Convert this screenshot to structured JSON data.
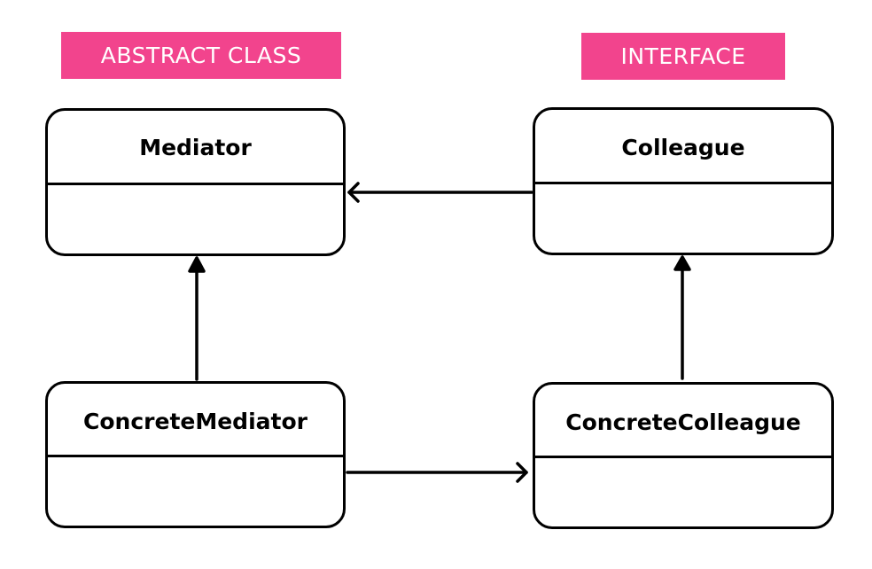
{
  "tags": {
    "abstract_class": "ABSTRACT CLASS",
    "interface": "INTERFACE"
  },
  "classes": {
    "mediator": "Mediator",
    "colleague": "Colleague",
    "concrete_mediator": "ConcreteMediator",
    "concrete_colleague": "ConcreteColleague"
  },
  "colors": {
    "tag_background": "#F2448D",
    "tag_text": "#FFFFFF",
    "line": "#000000"
  }
}
